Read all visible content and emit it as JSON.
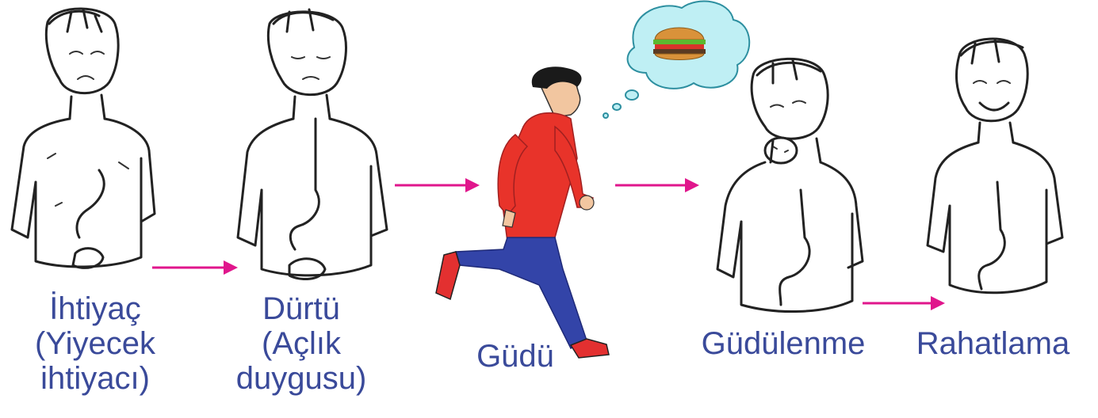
{
  "stages": [
    {
      "lines": [
        "İhtiyaç",
        "(Yiyecek",
        "ihtiyacı)"
      ]
    },
    {
      "lines": [
        "Dürtü",
        "(Açlık",
        "duygusu)"
      ]
    },
    {
      "lines": [
        "Güdü"
      ]
    },
    {
      "lines": [
        "Güdülenme"
      ]
    },
    {
      "lines": [
        "Rahatlama"
      ]
    }
  ],
  "colors": {
    "label": "#3a4a9a",
    "arrow": "#e0168c",
    "shirt": "#e8332a",
    "pants": "#3344a8",
    "thought": "#bfeff4"
  },
  "icons": [
    "sad-boy-icon",
    "hungry-boy-icon",
    "running-boy-icon",
    "burger-thought-icon",
    "eating-boy-icon",
    "relieved-boy-icon"
  ]
}
